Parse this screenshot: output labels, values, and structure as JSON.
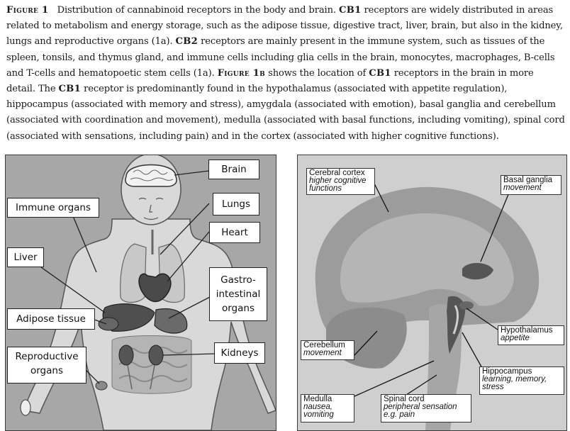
{
  "caption": {
    "fig_label": "Figure 1",
    "intro": "Distribution of cannabinoid receptors in the body and brain.",
    "cb1": "CB1",
    "text1": "receptors are widely distributed in areas related to metabolism and energy storage, such as the adipose tissue, digestive tract, liver, brain, but also in the kidney, lungs and reproductive organs (1a).",
    "cb2": "CB2",
    "text2": "receptors are mainly present in the immune system, such as tissues of the spleen, tonsils, and thymus gland, and immune cells including glia cells in the brain, monocytes, macrophages, B-cells and T-cells and hematopoetic stem cells (1a).",
    "fig1b": "Figure 1b",
    "text3": "shows the location of",
    "cb1b": "CB1",
    "text4": "receptors in the brain in more detail. The",
    "cb1c": "CB1",
    "text5": "receptor is predominantly found in the hypothalamus (associated with appetite regulation), hippocampus (associated with memory and stress), amygdala (associated with emotion), basal ganglia and cerebellum (associated with coordination and movement), medulla (associated with basal functions, including vomiting), spinal cord (associated with sensations, including pain) and in the cortex (associated with higher cognitive functions)."
  },
  "body_panel": {
    "labels": {
      "brain": "Brain",
      "lungs": "Lungs",
      "heart": "Heart",
      "gi_1": "Gastro-",
      "gi_2": "intestinal",
      "gi_3": "organs",
      "kidneys": "Kidneys",
      "immune": "Immune organs",
      "liver": "Liver",
      "adipose": "Adipose tissue",
      "repro_1": "Reproductive",
      "repro_2": "organs"
    }
  },
  "brain_panel": {
    "labels": {
      "cortex": {
        "title": "Cerebral cortex",
        "sub1": "higher cognitive",
        "sub2": "functions"
      },
      "basal": {
        "title": "Basal ganglia",
        "sub1": "movement"
      },
      "hypothalamus": {
        "title": "Hypothalamus",
        "sub1": "appetite"
      },
      "cerebellum": {
        "title": "Cerebellum",
        "sub1": "movement"
      },
      "hippocampus": {
        "title": "Hippocampus",
        "sub1": "learning, memory,",
        "sub2": "stress"
      },
      "medulla": {
        "title": "Medulla",
        "sub1": "nausea,",
        "sub2": "vomiting"
      },
      "spinal": {
        "title": "Spinal cord",
        "sub1": "peripheral sensation",
        "sub2": "e.g. pain"
      }
    }
  }
}
